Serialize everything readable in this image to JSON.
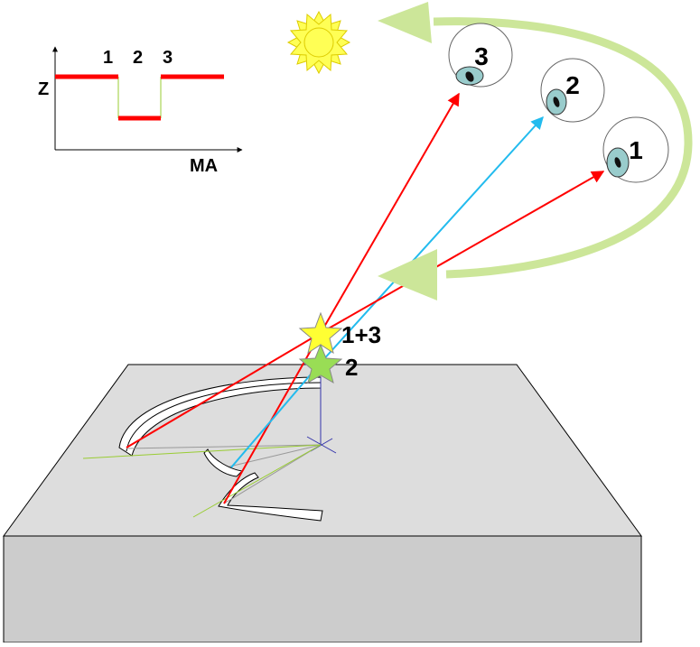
{
  "plot": {
    "y_axis_label": "Z",
    "x_axis_label": "MA",
    "position_labels": [
      "1",
      "2",
      "3"
    ],
    "step_color": "#ff0000",
    "transition_color": "#99cc33"
  },
  "observers": [
    {
      "label": "3",
      "ray_color": "#ff0000"
    },
    {
      "label": "2",
      "ray_color": "#22bbee"
    },
    {
      "label": "1",
      "ray_color": "#ff0000"
    }
  ],
  "sources": [
    {
      "label": "1+3",
      "color": "#ffff33"
    },
    {
      "label": "2",
      "color": "#99dd55"
    }
  ],
  "icons": {
    "sun": "sun-icon",
    "eye": "eye-icon",
    "star": "star-icon",
    "arrow": "curved-arrow-icon"
  },
  "colors": {
    "block_top": "#dddddd",
    "block_front": "#cccccc",
    "arrow": "#cce699",
    "eye_iris": "#99cccc",
    "sun": "#ffff55"
  }
}
